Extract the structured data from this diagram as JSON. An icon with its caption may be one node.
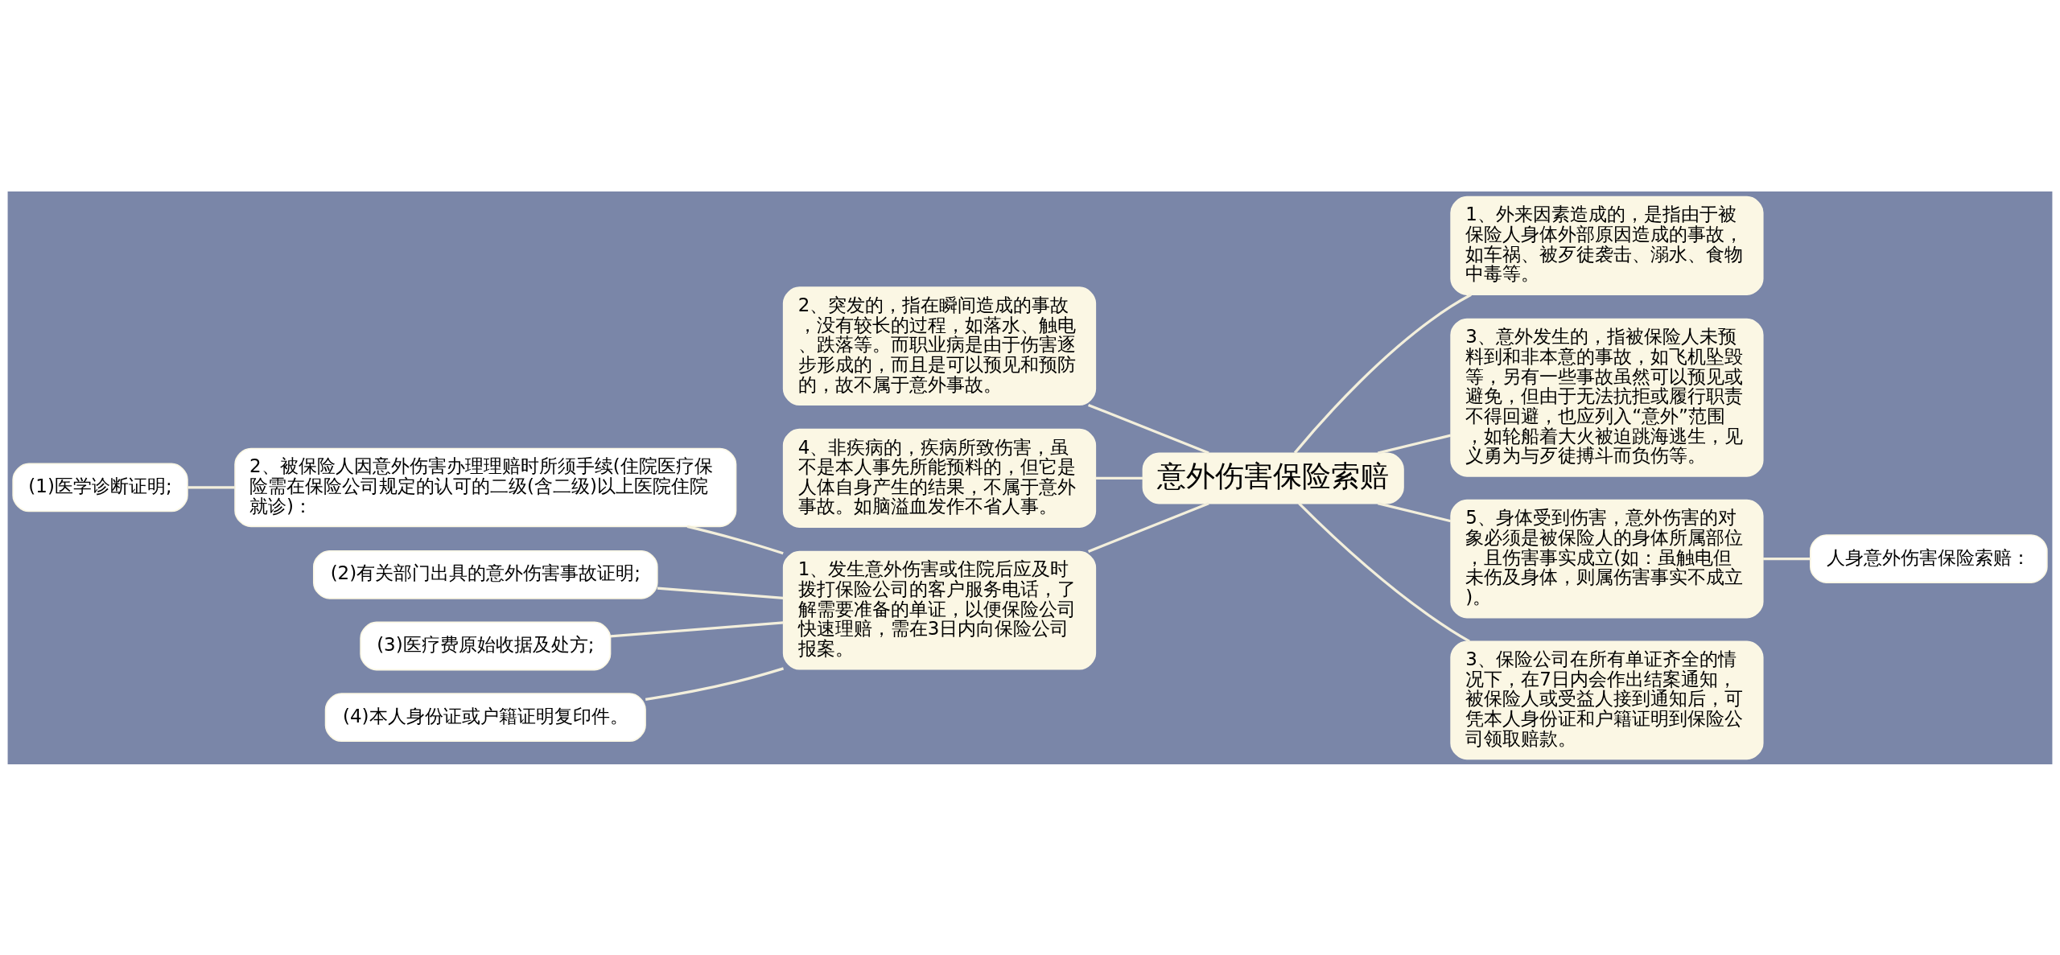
{
  "diagram": {
    "nodes": [
      {
        "text": [
          "意外伤害保险索赔"
        ]
      },
      {
        "text": [
          "2、突发的，指在瞬间造成的事故，没有较长的过程，如落水、触电、跌落等。而职业病是由于伤害逐步形成的，而且是可以预见和预防的，故不属于意外事故。"
        ]
      },
      {
        "text": [
          "4、非疾病的，疾病所致伤害，虽不是本人事先所能预料的，但它是人体自身产生的结果，不属于意外事故。如脑溢血发作不省人事。"
        ]
      },
      {
        "text": [
          "1、发生意外伤害或住院后应及时拨打保险公司的客户服务电话，了解需要准备的单证，以便保险公司快速理赔，需在3日内向保险公司报案。"
        ]
      },
      {
        "text": [
          "2、被保险人因意外伤害办理理赔时所须手续(住院医疗保险需在保险公司规定的认可的二级(含二级)以上医院住院就诊)："
        ]
      },
      {
        "text": [
          "(1)医学诊断证明;"
        ]
      },
      {
        "text": [
          "(2)有关部门出具的意外伤害事故证明;"
        ]
      },
      {
        "text": [
          "(3)医疗费原始收据及处方;"
        ]
      },
      {
        "text": [
          "(4)本人身份证或户籍证明复印件。"
        ]
      },
      {
        "text": [
          "1、外来因素造成的，是指由于被保险人身体外部原因造成的事故，如车祸、被歹徒袭击、溺水、食物中毒等。"
        ]
      },
      {
        "text": [
          "3、意外发生的，指被保险人未预料到和非本意的事故，如飞机坠毁等，另有一些事故虽然可以预见或避免，但由于无法抗拒或履行职责不得回避，也应列入“意外”范围，如轮船着大火被迫跳海逃生，见义勇为与歹徒搏斗而负伤等。"
        ]
      },
      {
        "text": [
          "5、身体受到伤害，意外伤害的对象必须是被保险人的身体所属部位，且伤害事实成立(如：虽触电但未伤及身体，则属伤害事实不成立)。"
        ]
      },
      {
        "text": [
          "人身意外伤害保险索赔："
        ]
      },
      {
        "text": [
          "3、保险公司在所有单证齐全的情况下，在7日内会作出结案通知，被保险人或受益人接到通知后，可凭本人身份证和户籍证明到保险公司领取赔款。"
        ]
      }
    ],
    "edges": [
      {
        "from": 0,
        "to": 1,
        "arrow": "none"
      },
      {
        "from": 0,
        "to": 2,
        "arrow": "none"
      },
      {
        "from": 0,
        "to": 3,
        "arrow": "none"
      },
      {
        "from": 3,
        "to": 4,
        "arrow": "none"
      },
      {
        "from": 4,
        "to": 5,
        "arrow": "none"
      },
      {
        "from": 3,
        "to": 6,
        "arrow": "none"
      },
      {
        "from": 3,
        "to": 7,
        "arrow": "none"
      },
      {
        "from": 3,
        "to": 8,
        "arrow": "none"
      },
      {
        "from": 0,
        "to": 9,
        "arrow": "none"
      },
      {
        "from": 0,
        "to": 10,
        "arrow": "none"
      },
      {
        "from": 0,
        "to": 11,
        "arrow": "none"
      },
      {
        "from": 11,
        "to": 12,
        "arrow": "none"
      },
      {
        "from": 0,
        "to": 13,
        "arrow": "none"
      }
    ]
  }
}
